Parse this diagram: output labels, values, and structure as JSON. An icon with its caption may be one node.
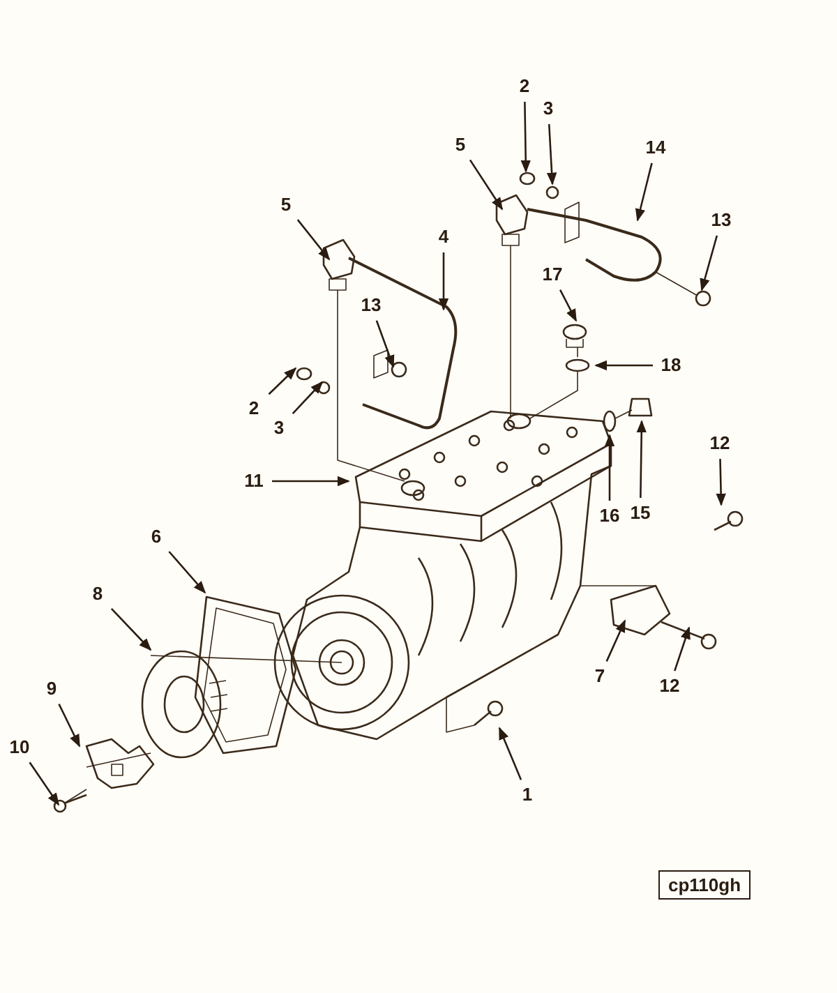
{
  "diagram": {
    "nodes": [
      {
        "text": [
          "2"
        ]
      },
      {
        "text": [
          "3"
        ]
      },
      {
        "text": [
          "14"
        ]
      },
      {
        "text": [
          "5"
        ]
      },
      {
        "text": [
          "13"
        ]
      },
      {
        "text": [
          "5"
        ]
      },
      {
        "text": [
          "4"
        ]
      },
      {
        "text": [
          "17"
        ]
      },
      {
        "text": [
          "13"
        ]
      },
      {
        "text": [
          "18"
        ]
      },
      {
        "text": [
          "2"
        ]
      },
      {
        "text": [
          "3"
        ]
      },
      {
        "text": [
          "12"
        ]
      },
      {
        "text": [
          "16"
        ]
      },
      {
        "text": [
          "15"
        ]
      },
      {
        "text": [
          "11"
        ]
      },
      {
        "text": [
          "6"
        ]
      },
      {
        "text": [
          "8"
        ]
      },
      {
        "text": [
          "9"
        ]
      },
      {
        "text": [
          "10"
        ]
      },
      {
        "text": [
          "7"
        ]
      },
      {
        "text": [
          "12"
        ]
      },
      {
        "text": [
          "1"
        ]
      }
    ],
    "edges": [
      {
        "from": 0,
        "to": null,
        "arrow": "to"
      },
      {
        "from": 1,
        "to": null,
        "arrow": "to"
      },
      {
        "from": 2,
        "to": null,
        "arrow": "to"
      },
      {
        "from": 3,
        "to": null,
        "arrow": "to"
      },
      {
        "from": 4,
        "to": null,
        "arrow": "to"
      },
      {
        "from": 5,
        "to": null,
        "arrow": "to"
      },
      {
        "from": 6,
        "to": null,
        "arrow": "to"
      },
      {
        "from": 7,
        "to": null,
        "arrow": "to"
      },
      {
        "from": 8,
        "to": null,
        "arrow": "to"
      },
      {
        "from": 9,
        "to": null,
        "arrow": "to"
      },
      {
        "from": 10,
        "to": null,
        "arrow": "to"
      },
      {
        "from": 11,
        "to": null,
        "arrow": "to"
      },
      {
        "from": 12,
        "to": null,
        "arrow": "to"
      },
      {
        "from": 13,
        "to": null,
        "arrow": "to"
      },
      {
        "from": 14,
        "to": null,
        "arrow": "to"
      },
      {
        "from": 15,
        "to": null,
        "arrow": "to"
      },
      {
        "from": 16,
        "to": null,
        "arrow": "to"
      },
      {
        "from": 17,
        "to": null,
        "arrow": "to"
      },
      {
        "from": 18,
        "to": null,
        "arrow": "to"
      },
      {
        "from": 19,
        "to": null,
        "arrow": "to"
      },
      {
        "from": 20,
        "to": null,
        "arrow": "to"
      },
      {
        "from": 21,
        "to": null,
        "arrow": "to"
      },
      {
        "from": 22,
        "to": null,
        "arrow": "to"
      }
    ],
    "labels": [
      "cp110gh"
    ]
  }
}
